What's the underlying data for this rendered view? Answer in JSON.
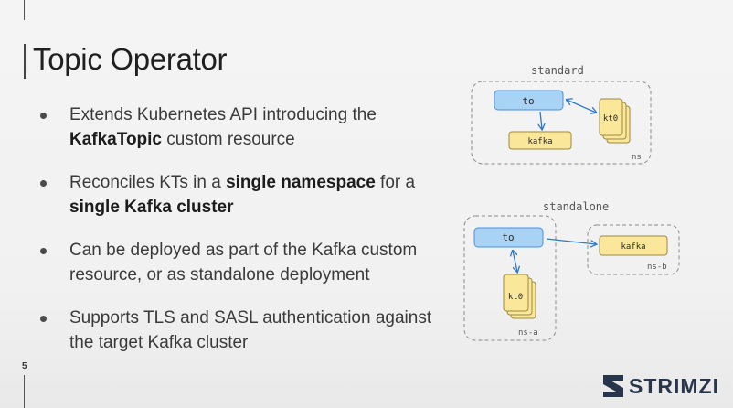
{
  "slide": {
    "title": "Topic Operator",
    "page_number": "5",
    "bullets": [
      {
        "pre": "Extends Kubernetes API introducing the ",
        "bold": "KafkaTopic",
        "post": " custom resource"
      },
      {
        "pre": "Reconciles KTs in a ",
        "bold": "single namespace",
        "mid": " for a ",
        "bold2": "single Kafka cluster"
      },
      {
        "pre": "Can be deployed as part of the Kafka custom resource, or as standalone deployment"
      },
      {
        "pre": "Supports TLS and SASL authentication against the target Kafka cluster"
      }
    ]
  },
  "diagram": {
    "standard": {
      "label": "standard",
      "ns": "ns",
      "to": "to",
      "kafka": "kafka",
      "kt": "kt0"
    },
    "standalone": {
      "label": "standalone",
      "ns_a": "ns-a",
      "ns_b": "ns-b",
      "to": "to",
      "kafka": "kafka",
      "kt": "kt0"
    }
  },
  "logo": {
    "text": "STRIMZI"
  },
  "colors": {
    "to_fill": "#a9d3f5",
    "to_stroke": "#4a90d9",
    "kafka_fill": "#fbe79a",
    "kafka_stroke": "#9c8a3e",
    "arrow": "#2d78c8",
    "logo": "#27364a"
  }
}
